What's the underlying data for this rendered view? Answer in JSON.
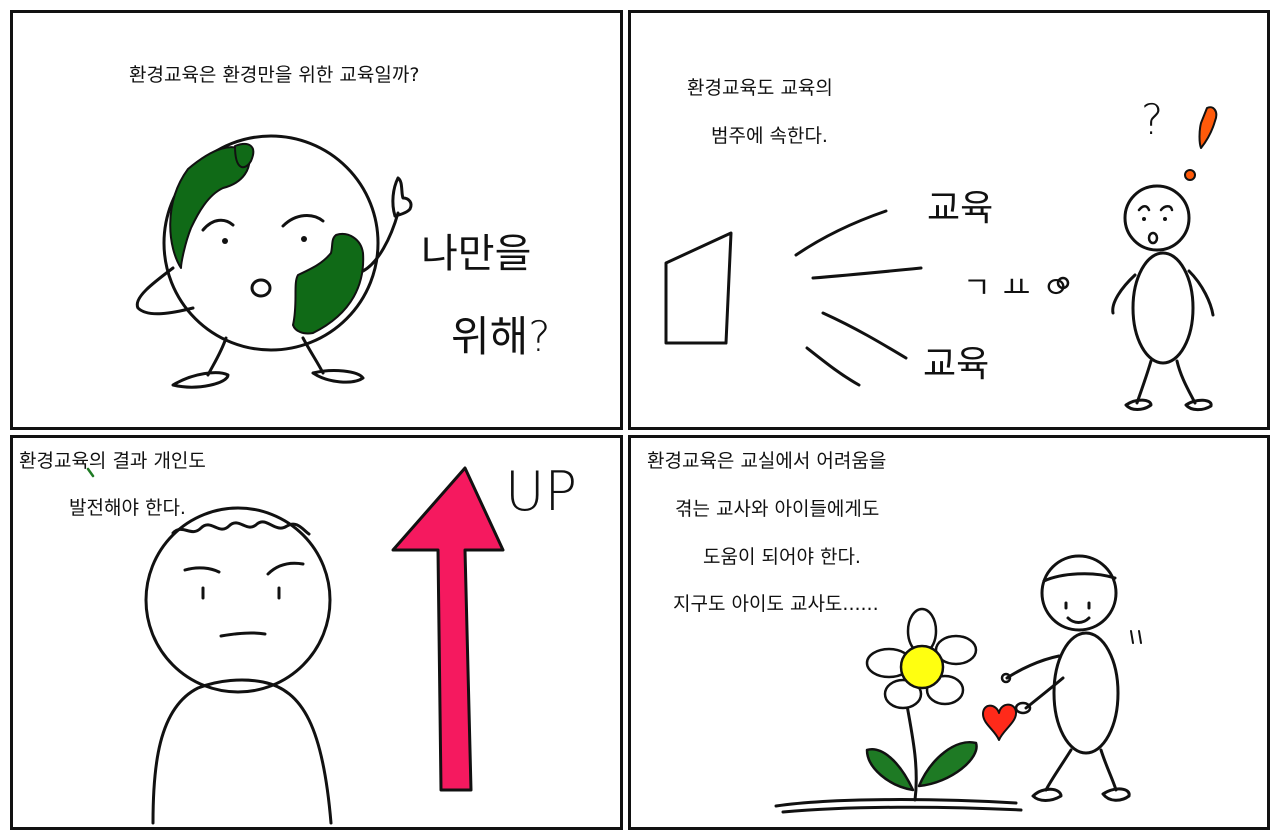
{
  "panels": [
    {
      "caption": "환경교육은 환경만을 위한 교육일까?",
      "speech": [
        "나만을",
        "위해?"
      ]
    },
    {
      "caption_lines": [
        "환경교육도 교육의",
        "범주에 속한다."
      ],
      "handwriting": [
        "교육",
        "ㄱㅛㅇ",
        "교육"
      ],
      "marks": [
        "?",
        "!"
      ]
    },
    {
      "caption_lines": [
        "환경교육의 결과 개인도",
        "발전해야 한다."
      ],
      "handwriting": [
        "UP"
      ]
    },
    {
      "caption_lines": [
        "환경교육은 교실에서 어려움을",
        "겪는 교사와 아이들에게도",
        "도움이 되어야 한다.",
        "지구도 아이도 교사도......"
      ]
    }
  ],
  "colors": {
    "earth_green": "#106a17",
    "arrow_pink": "#f5195f",
    "exclaim_orange": "#ff5a0a",
    "flower_yellow": "#ffff10",
    "heart_red": "#ff2a1a",
    "leaf_green": "#1e7a24"
  }
}
